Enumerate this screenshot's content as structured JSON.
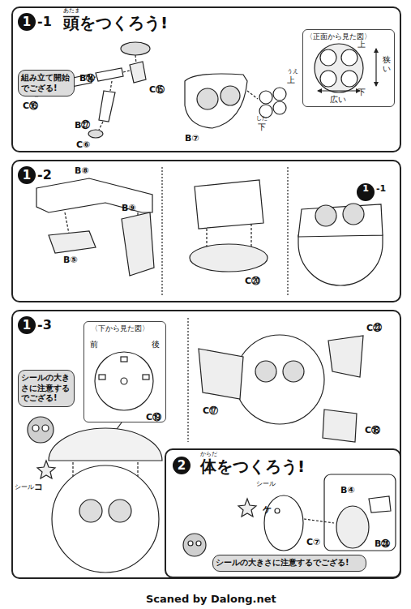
{
  "diagram": {
    "nodes": [
      {
        "text": [
          "1",
          "-1",
          "頭をつくろう!"
        ]
      },
      {
        "text": [
          "組み立て開始でござる!"
        ],
        "in": 0
      },
      {
        "text": [
          "〈正面から見た図〉"
        ],
        "in": 0
      },
      {
        "text": [
          "1",
          "-2"
        ]
      },
      {
        "text": [
          "1",
          "-3"
        ]
      },
      {
        "text": [
          "〈下から見た図〉"
        ],
        "in": 4
      },
      {
        "text": [
          "シールの大きさに注意するでござる!"
        ],
        "in": 4
      },
      {
        "text": [
          "2",
          "体をつくろう!"
        ],
        "in": 4
      },
      {
        "text": [
          "シールの大きさに注意するでござる!"
        ],
        "in": 7
      }
    ],
    "labels": [
      "あたま",
      "B⑭",
      "C⑯",
      "C⑮",
      "B㉗",
      "C⑥",
      "B⑦",
      "うえ",
      "上",
      "した",
      "下",
      "上",
      "下",
      "狭い",
      "広い",
      "B⑧",
      "B⑨",
      "B⑤",
      "C⑳",
      "1",
      "-1",
      "前",
      "後",
      "シール",
      "コ",
      "C⑲",
      "C㉓",
      "C⑰",
      "C⑱",
      "からだ",
      "シール",
      "ケ",
      "C⑦",
      "B④",
      "B㉘",
      "Scaned by Dalong.net"
    ]
  }
}
